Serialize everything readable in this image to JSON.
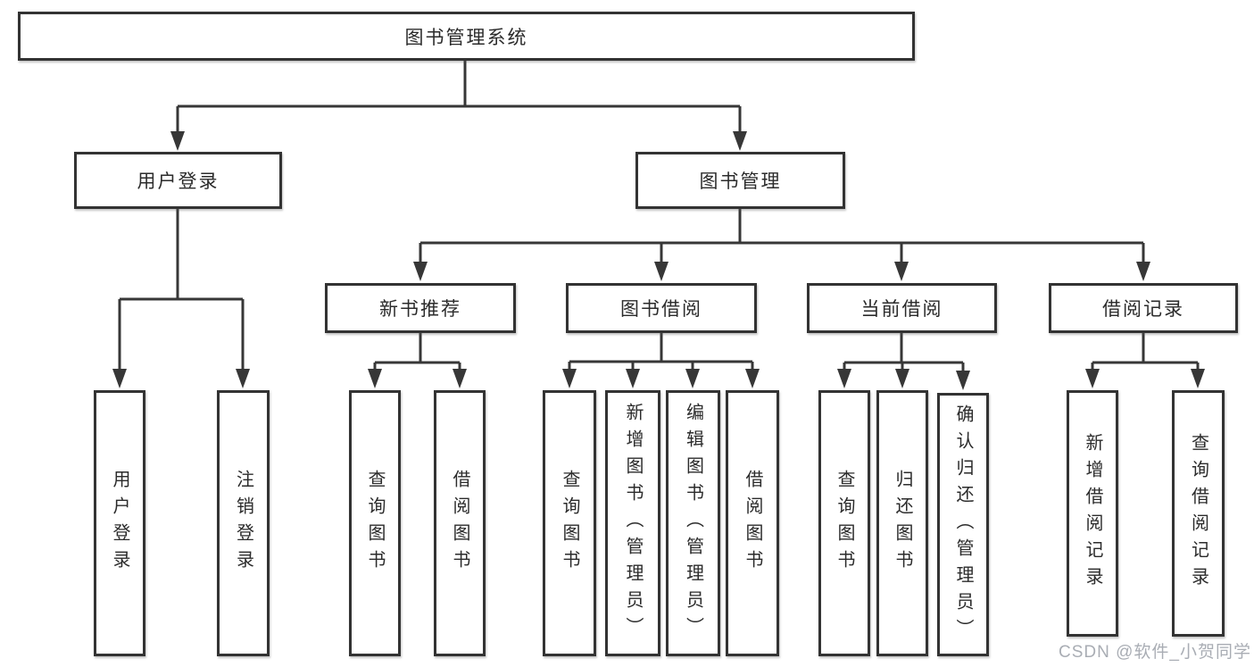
{
  "diagram": {
    "root": {
      "label": "图书管理系统"
    },
    "level2": [
      {
        "label": "用户登录"
      },
      {
        "label": "图书管理"
      }
    ],
    "level3": [
      {
        "label": "新书推荐"
      },
      {
        "label": "图书借阅"
      },
      {
        "label": "当前借阅"
      },
      {
        "label": "借阅记录"
      }
    ],
    "leaves": {
      "user_login": [
        "用户登录",
        "注销登录"
      ],
      "new_books": [
        "查询图书",
        "借阅图书"
      ],
      "book_borrow": [
        "查询图书",
        "新增图书（管理员）",
        "编辑图书（管理员）",
        "借阅图书"
      ],
      "current_borrow": [
        "查询图书",
        "归还图书",
        "确认归还（管理员）"
      ],
      "borrow_records": [
        "新增借阅记录",
        "查询借阅记录"
      ]
    }
  },
  "watermark": {
    "text": "CSDN @软件_小贺同学"
  },
  "colors": {
    "line": "#373737",
    "box_border": "#333333",
    "box_fill": "#ffffff",
    "text": "#2b2b2b",
    "watermark": "#a9adb4",
    "background": "#ffffff"
  }
}
